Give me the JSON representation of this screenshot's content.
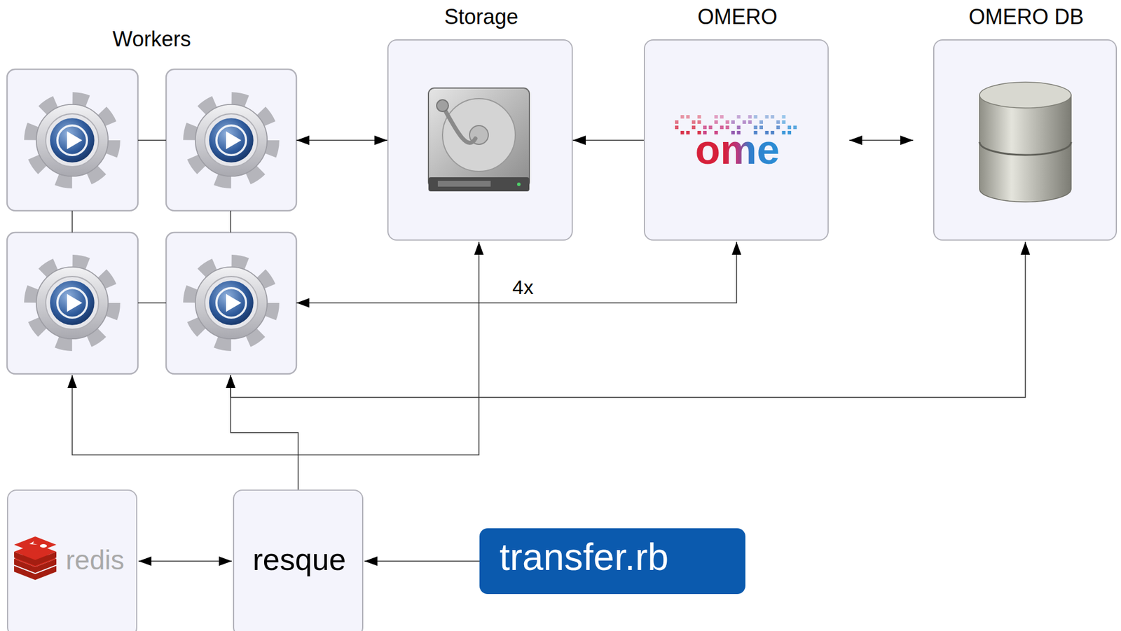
{
  "diagram": {
    "nodes": [
      {
        "text": [
          "Workers"
        ]
      },
      {
        "text": [
          "Storage"
        ]
      },
      {
        "text": [
          "OMERO",
          "ome"
        ]
      },
      {
        "text": [
          "OMERO DB"
        ]
      },
      {
        "text": [
          "redis"
        ]
      },
      {
        "text": [
          "resque"
        ]
      },
      {
        "text": [
          "transfer.rb"
        ]
      }
    ],
    "edges": [
      {
        "from": 0,
        "to": 1,
        "arrow": "both"
      },
      {
        "from": 2,
        "to": 1,
        "arrow": "to"
      },
      {
        "from": 2,
        "to": 3,
        "arrow": "both"
      },
      {
        "from": 0,
        "to": 2,
        "label": "4x",
        "arrow": "both"
      },
      {
        "from": 0,
        "to": 1,
        "arrow": "both"
      },
      {
        "from": 0,
        "to": 3,
        "arrow": "both"
      },
      {
        "from": 5,
        "to": 0,
        "arrow": "to"
      },
      {
        "from": 4,
        "to": 5,
        "arrow": "both"
      },
      {
        "from": 6,
        "to": 5,
        "arrow": "to"
      }
    ]
  }
}
